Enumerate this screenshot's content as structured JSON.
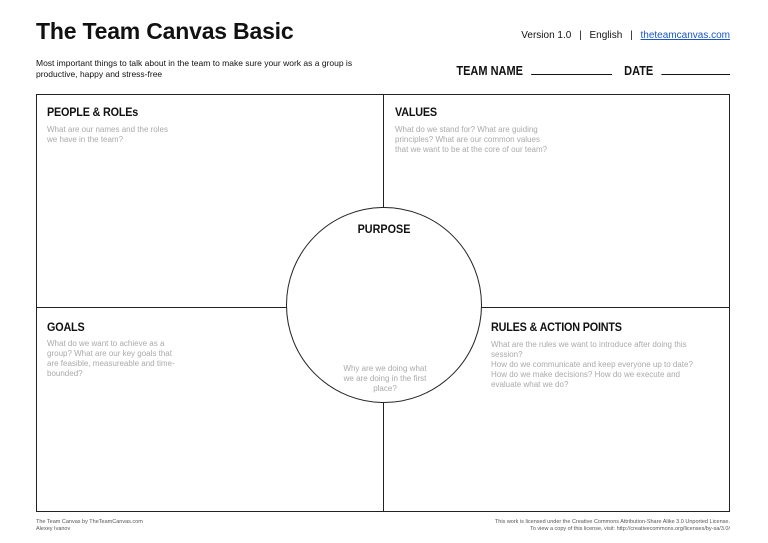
{
  "header": {
    "title": "The Team Canvas Basic",
    "version": "Version 1.0",
    "language": "English",
    "link": "theteamcanvas.com",
    "subtitle": "Most important things to talk about in the team to make sure your work as a group is productive, happy and stress-free",
    "team_name_label": "TEAM NAME",
    "date_label": "DATE"
  },
  "quadrants": {
    "people": {
      "title": "PEOPLE & ROLEs",
      "prompt": "What are our names and the roles we have in the team?"
    },
    "values": {
      "title": "VALUES",
      "prompt": "What do we stand for? What are guiding principles? What are our common values that we want to be at the core of our team?"
    },
    "goals": {
      "title": "GOALS",
      "prompt": "What do we want to achieve as a group? What are our key goals that are feasible, measureable and time-bounded?"
    },
    "rules": {
      "title": "RULES & ACTION POINTS",
      "prompt1": "What are the rules we want to introduce after doing this session?",
      "prompt2": "How do we communicate and keep everyone up to date? How do we make decisions? How do we execute and evaluate what we do?"
    },
    "purpose": {
      "title": "PURPOSE",
      "prompt": "Why are we doing what we are doing in the first place?"
    }
  },
  "footer": {
    "left_line1": "The Team Canvas by TheTeamCanvas.com",
    "left_line2": "Alexey Ivanov",
    "right_line1": "This work is licensed under the Creative Commons Attribution-Share Alike 3.0 Unported License.",
    "right_line2": "To view a copy of this license, visit: http://creativecommons.org/licenses/by-sa/3.0/"
  }
}
